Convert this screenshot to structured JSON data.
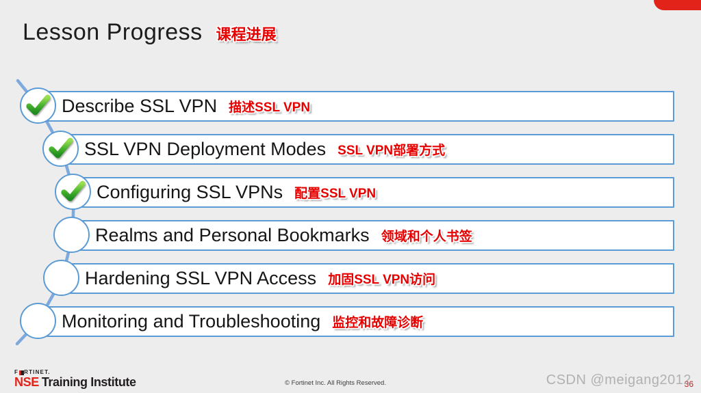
{
  "title": "Lesson Progress",
  "title_zh": "课程进展",
  "items": [
    {
      "label": "Describe SSL VPN",
      "label_zh": "描述SSL VPN",
      "checked": true
    },
    {
      "label": "SSL VPN Deployment Modes",
      "label_zh": "SSL VPN部署方式",
      "checked": true
    },
    {
      "label": "Configuring SSL VPNs",
      "label_zh": "配置SSL VPN",
      "checked": true
    },
    {
      "label": "Realms and Personal Bookmarks",
      "label_zh": "领域和个人书签",
      "checked": false
    },
    {
      "label": "Hardening SSL VPN Access",
      "label_zh": "加固SSL VPN访问",
      "checked": false
    },
    {
      "label": "Monitoring and Troubleshooting",
      "label_zh": "监控和故障诊断",
      "checked": false
    }
  ],
  "footer": {
    "logo_pre": "F",
    "logo_post": "RTINET.",
    "logo_nse": "NSE",
    "logo_training": "Training Institute",
    "copyright": "© Fortinet Inc. All Rights Reserved.",
    "page_number": "36",
    "watermark": "CSDN @meigang2012"
  },
  "colors": {
    "accent_red": "#e2231a",
    "annotation_red": "#e60000",
    "bar_border_blue": "#5b9bd5",
    "connector_blue": "#7da9dc",
    "check_green_light": "#9ade52",
    "check_green_dark": "#1f8c1f",
    "background": "#ededed"
  }
}
